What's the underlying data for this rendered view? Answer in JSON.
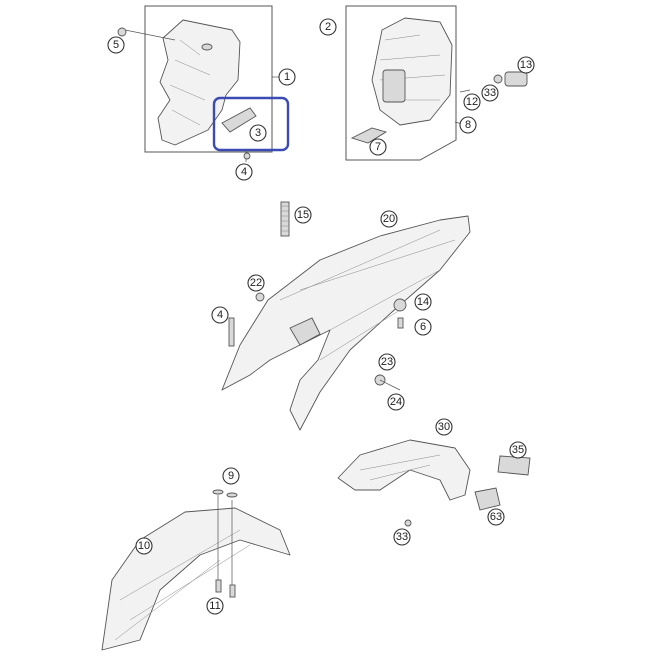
{
  "callouts": {
    "c1": "1",
    "c2": "2",
    "c3": "3",
    "c4a": "4",
    "c4b": "4",
    "c5": "5",
    "c6": "6",
    "c7": "7",
    "c8": "8",
    "c9": "9",
    "c10": "10",
    "c11": "11",
    "c12": "12",
    "c13": "13",
    "c14": "14",
    "c15": "15",
    "c20": "20",
    "c22": "22",
    "c23": "23",
    "c24": "24",
    "c30": "30",
    "c33a": "33",
    "c33b": "33",
    "c35": "35",
    "c63": "63"
  },
  "colors": {
    "highlight": "#3b4bb3",
    "line": "#555555",
    "fill": "#f2f2f2"
  }
}
